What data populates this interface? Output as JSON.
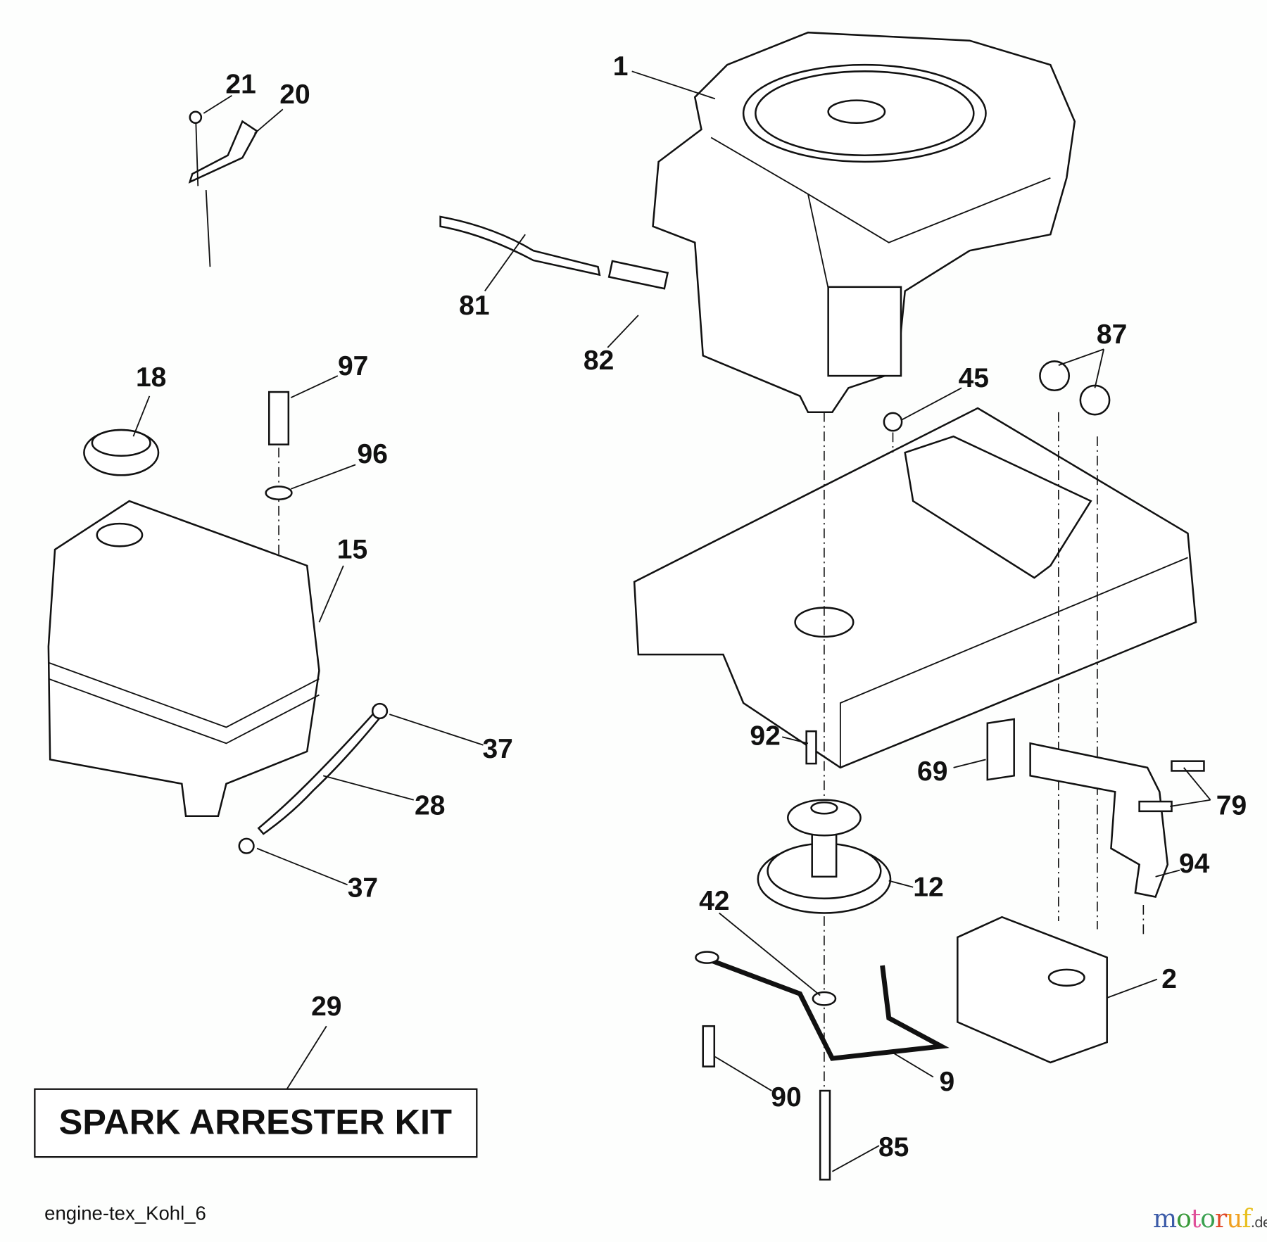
{
  "diagram": {
    "kit_box_label": "SPARK ARRESTER KIT",
    "file_label": "engine-tex_Kohl_6",
    "watermark": "motoruf.de",
    "callouts": [
      "1",
      "21",
      "20",
      "81",
      "82",
      "87",
      "45",
      "18",
      "97",
      "96",
      "15",
      "37",
      "28",
      "37",
      "92",
      "69",
      "79",
      "94",
      "12",
      "42",
      "2",
      "29",
      "9",
      "90",
      "85"
    ]
  }
}
